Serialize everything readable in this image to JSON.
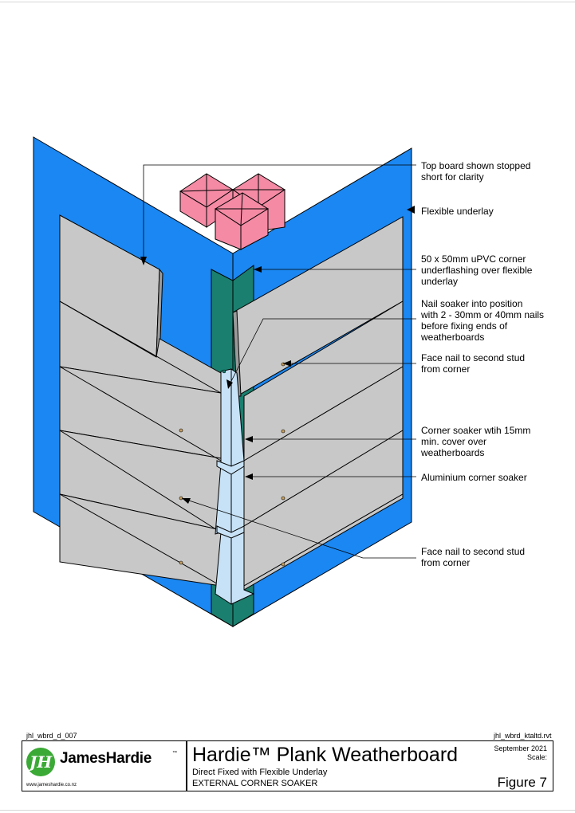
{
  "callouts": [
    "Top board shown stopped\nshort for clarity",
    "Flexible underlay",
    "50 x 50mm uPVC corner\nunderflashing over flexible\nunderlay",
    "Nail soaker into position\nwith 2 - 30mm or 40mm nails\nbefore fixing ends of\nweatherboards",
    "Face nail to second stud\nfrom corner",
    "Corner soaker wtih 15mm\nmin. cover over\nweatherboards",
    "Aluminium corner soaker",
    "Face nail to second stud\nfrom corner"
  ],
  "title_block": {
    "ref_left": "jhl_wbrd_d_007",
    "ref_right": "jhl_wbrd_ktaltd.rvt",
    "logo_text": "JamesHardie",
    "logo_tm": "™",
    "website": "www.jameshardie.co.nz",
    "title": "Hardie™ Plank Weatherboard",
    "subtitle1": "Direct Fixed with Flexible Underlay",
    "subtitle2": "EXTERNAL CORNER SOAKER",
    "date": "September 2021",
    "scale": "Scale:",
    "figure": "Figure 7"
  },
  "colors": {
    "underlay": "#1a87f2",
    "boards": "#c8c8c8",
    "stud": "#f48aa4",
    "underflashing": "#1a7f6e",
    "soaker": "#c7e2f7",
    "logo_green": "#3aa935"
  }
}
